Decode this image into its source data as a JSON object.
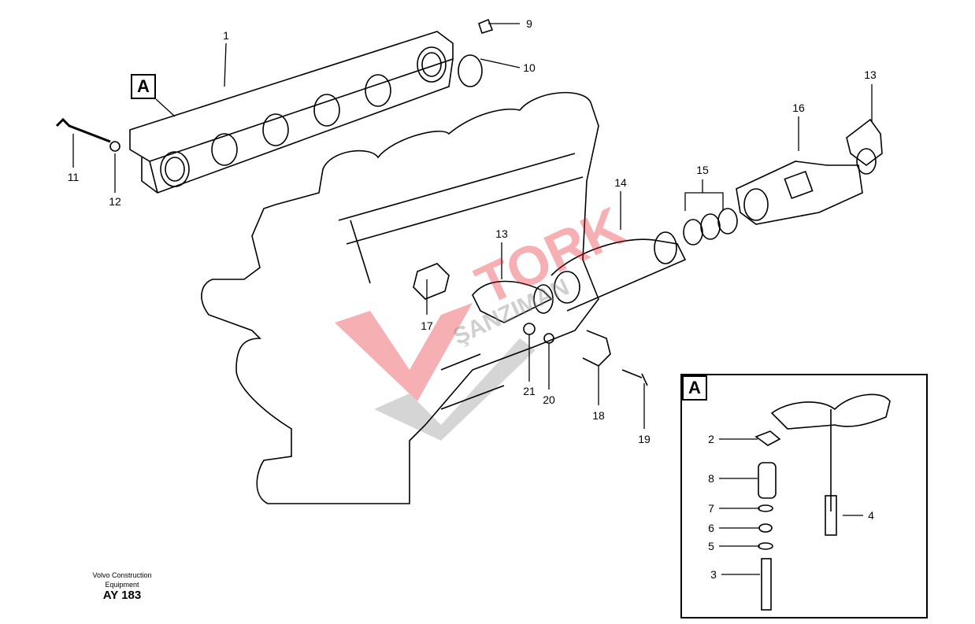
{
  "diagram": {
    "view_label": "A",
    "callouts_main": [
      "1",
      "9",
      "10",
      "11",
      "12",
      "13",
      "16",
      "15",
      "14",
      "13",
      "17",
      "21",
      "20",
      "18",
      "19"
    ],
    "inset": {
      "label": "A",
      "callouts": [
        "2",
        "8",
        "7",
        "6",
        "5",
        "3",
        "4"
      ]
    }
  },
  "footer": {
    "company_line1": "Volvo Construction",
    "company_line2": "Equipment",
    "drawing_code": "AY 183"
  },
  "watermark": {
    "word1": "TORK",
    "word2": "ŞANZIMAN",
    "color_red": "#e8202a",
    "color_gray": "#8a8a8a"
  }
}
